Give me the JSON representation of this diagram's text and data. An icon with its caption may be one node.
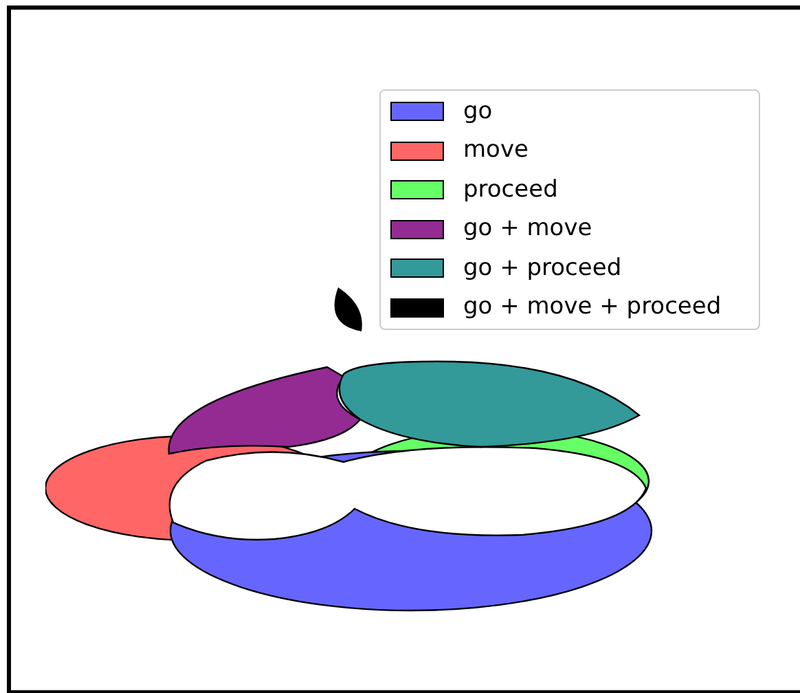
{
  "diagram": {
    "legend": [
      {
        "text": "go",
        "color": "#6666ff"
      },
      {
        "text": "move",
        "color": "#ff6666"
      },
      {
        "text": "proceed",
        "color": "#66ff66"
      },
      {
        "text": "go + move",
        "color": "#932b93"
      },
      {
        "text": "go + proceed",
        "color": "#339999"
      },
      {
        "text": "go + move + proceed",
        "color": "#000000"
      }
    ]
  }
}
